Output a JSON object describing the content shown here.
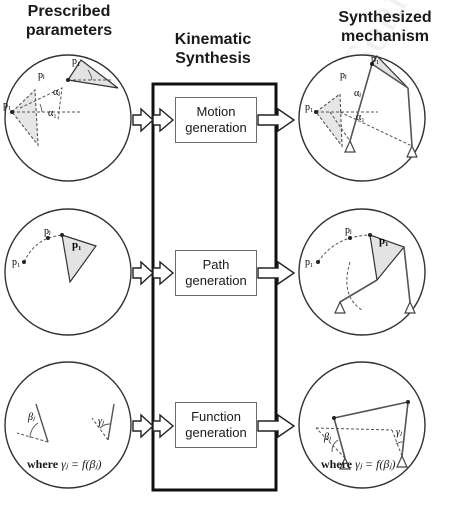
{
  "headings": {
    "prescribed": [
      "Prescribed",
      "parameters"
    ],
    "kinematic": [
      "Kinematic",
      "Synthesis"
    ],
    "synthesized": [
      "Synthesized",
      "mechanism"
    ]
  },
  "boxes": {
    "motion": [
      "Motion",
      "generation"
    ],
    "path": [
      "Path",
      "generation"
    ],
    "function": [
      "Function",
      "generation"
    ]
  },
  "labels": {
    "p1": "p₁",
    "pj": "pⱼ",
    "alpha_j": "αⱼ",
    "alpha_1": "α₁",
    "beta_j": "βⱼ",
    "gamma_j": "γⱼ",
    "where_word": "where",
    "where_expr": "γⱼ = f(βⱼ)"
  },
  "watermark": "Solutions"
}
